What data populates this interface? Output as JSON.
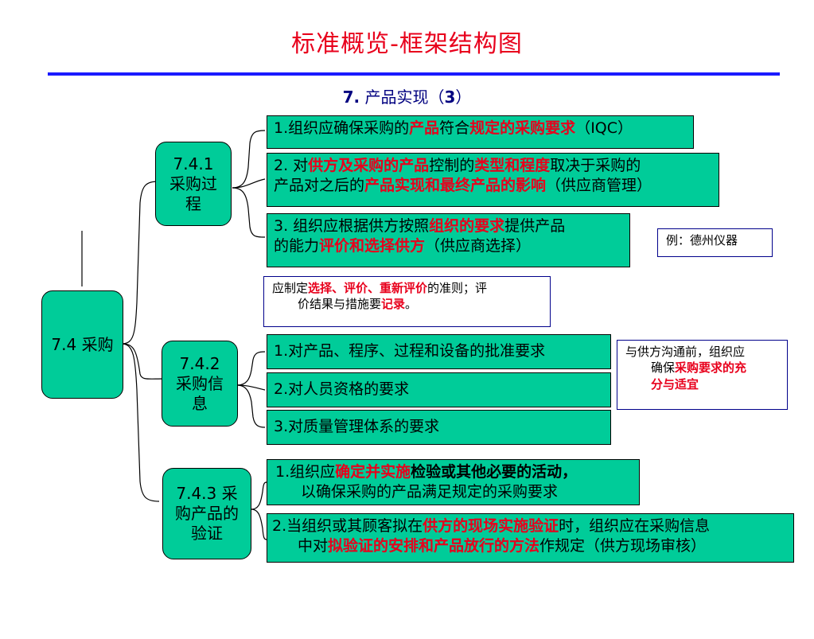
{
  "title": "标准概览-框架结构图",
  "subtitle": {
    "num": "7.",
    "text": " 产品实现（",
    "bold": "3",
    "close": "）"
  },
  "root": "7.4 采购",
  "n741": {
    "label": "7.4.1 采购过程",
    "items": [
      {
        "p1": "1.组织应确保采购的",
        "r1": "产品",
        "p2": "符合",
        "r2": "规定的采购要求",
        "p3": "（IQC）"
      },
      {
        "p1": "2. 对",
        "r1": "供方及采购的产品",
        "p2": "控制的",
        "r2": "类型和程度",
        "p3": "取决于采购的",
        "p4": "产品对之后的",
        "r3": "产品实现和最终产品的影响",
        "p5": "（供应商管理）"
      },
      {
        "p1": "3. 组织应根据供方按照",
        "r1": "组织的要求",
        "p2": "提供产品",
        "p3": "的能力",
        "r2": "评价和选择供方",
        "p4": "（供应商选择）"
      }
    ],
    "example": "例：德州仪器",
    "note": {
      "p1": "应制定",
      "r1": "选择、评价、重新评价",
      "p2": "的准则；评",
      "p3": "价结果与措施要",
      "r2": "记录",
      "p4": "。"
    }
  },
  "n742": {
    "label": "7.4.2 采购信息",
    "items": [
      "1.对产品、程序、过程和设备的批准要求",
      "2.对人员资格的要求",
      "3.对质量管理体系的要求"
    ],
    "note": {
      "p1": "与供方沟通前，组织应",
      "p2": "确保",
      "r1": "采购要求的充",
      "r2": "分与适宜"
    }
  },
  "n743": {
    "label": "7.4.3 采购产品的验证",
    "items": [
      {
        "p1": "1.组织应",
        "r1": "确定并实施",
        "b1": "检验或其他必要的活动，",
        "p2": "以确保采购的产品满足规定的采购要求"
      },
      {
        "p1": "2.当组织或其顾客拟在",
        "r1": "供方的现场实施验证",
        "p2": "时，组织应在采购信息",
        "p3": "中对",
        "r2": "拟验证的安排和产品放行的方法",
        "p4": "作规定（供方现场审核）"
      }
    ]
  }
}
